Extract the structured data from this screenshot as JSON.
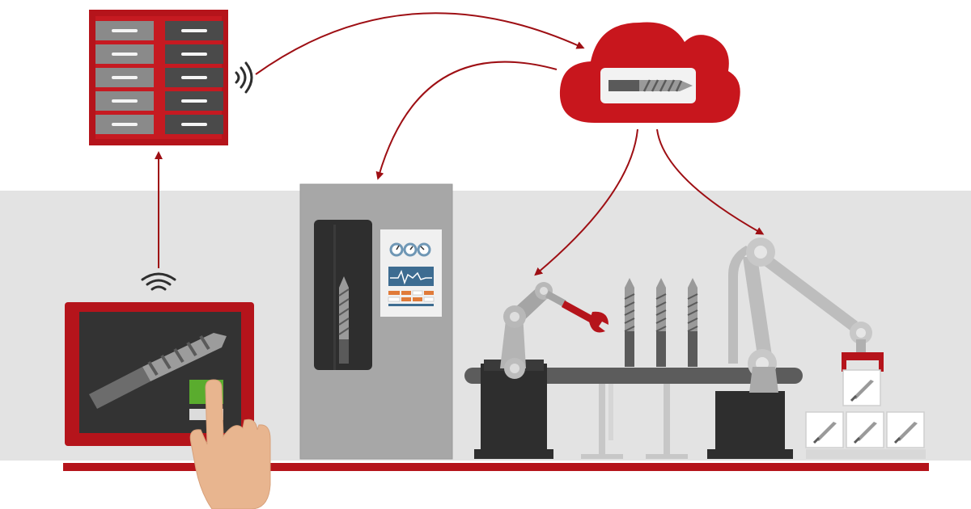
{
  "colors": {
    "accent_red": "#b5141b",
    "cloud_red": "#c8161d",
    "dark_red": "#9e0f14",
    "band_gray": "#e3e3e3",
    "machine_gray": "#a7a7a7",
    "robot_gray": "#b4b4b4",
    "dark": "#2e2e2e",
    "screen_green": "#5aac2e",
    "skin": "#e8b58f",
    "gauge_blue": "#6f97b5",
    "chart_orange": "#e07b39"
  },
  "icons": [
    "server-rack-icon",
    "wireless-signal-icon",
    "cloud-icon",
    "drill-bit-icon",
    "cnc-machine-icon",
    "control-panel-icon",
    "robot-arm-icon",
    "wrench-icon",
    "conveyor-belt-icon",
    "touch-tablet-icon",
    "pointing-hand-icon",
    "package-box-icon"
  ],
  "server": {
    "cells": 10,
    "rows": 5
  },
  "conveyor": {
    "drill_bits_standing": 3
  },
  "pallet": {
    "boxes_bottom_row": 3,
    "boxes_top_row": 1
  },
  "flows": [
    {
      "from": "server-rack-icon",
      "to": "cloud-icon"
    },
    {
      "from": "cloud-icon",
      "to": "cnc-machine-icon"
    },
    {
      "from": "cloud-icon",
      "to": "robot-arm-icon"
    },
    {
      "from": "cloud-icon",
      "to": "gantry-robot-icon"
    },
    {
      "from": "touch-tablet-icon",
      "to": "server-rack-icon"
    }
  ]
}
